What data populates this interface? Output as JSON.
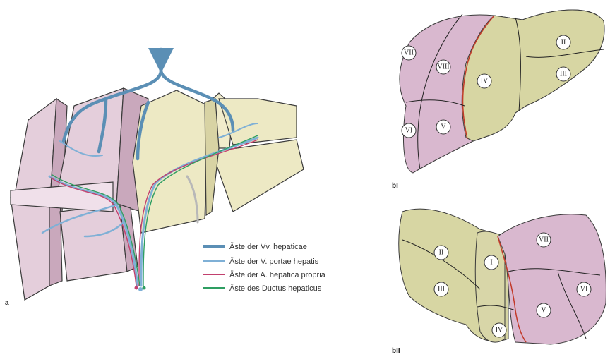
{
  "panel_labels": {
    "a": "a",
    "bI": "bI",
    "bII": "bII"
  },
  "legend": [
    {
      "label": "Äste der Vv. hepaticae",
      "color": "#5b8fb5"
    },
    {
      "label": "Äste der V. portae hepatis",
      "color": "#7fb0d6"
    },
    {
      "label": "Äste der A. hepatica propria",
      "color": "#c2406e"
    },
    {
      "label": "Äste des Ductus hepaticus",
      "color": "#2e9e62"
    }
  ],
  "segments_bI": [
    "VII",
    "VIII",
    "IV",
    "II",
    "III",
    "VI",
    "V"
  ],
  "segments_bII": [
    "II",
    "III",
    "I",
    "IV",
    "VII",
    "VI",
    "V"
  ],
  "colors": {
    "right_lobe": "#d9b8cf",
    "left_lobe": "#d7d6a3",
    "outline": "#3a3a3a"
  }
}
